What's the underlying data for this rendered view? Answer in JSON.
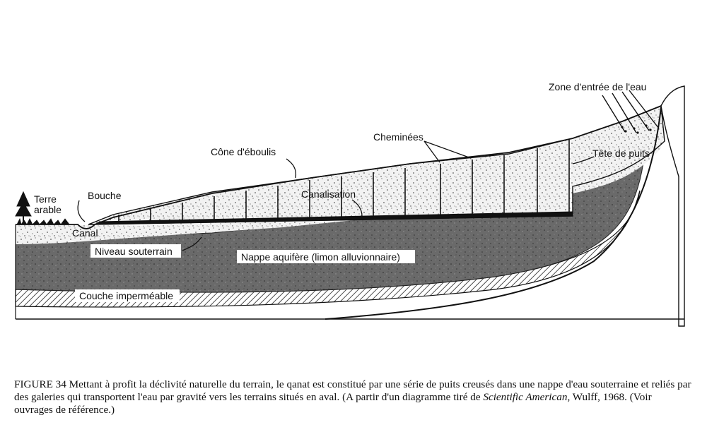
{
  "labels": {
    "terre": "Terre",
    "arable": "arable",
    "bouche": "Bouche",
    "canal": "Canal",
    "cone": "Cône d'éboulis",
    "canalisation": "Canalisation",
    "cheminees": "Cheminées",
    "zone": "Zone d'entrée de l'eau",
    "tete": "Tête de puits",
    "niveau": "Niveau souterrain",
    "nappe": "Nappe aquifère (limon alluvionnaire)",
    "couche": "Couche imperméable"
  },
  "caption": {
    "part1": "FIGURE 34  Mettant à profit la déclivité naturelle du terrain, le qanat est constitué par une série de puits creusés dans une nappe d'eau souterraine et reliés par des galeries qui transportent l'eau par gravité vers les terrains situés en aval. (A partir d'un diagramme tiré de ",
    "italic": "Scientific American",
    "part2": ", Wulff, 1968. (Voir ouvrages de référence.)"
  }
}
